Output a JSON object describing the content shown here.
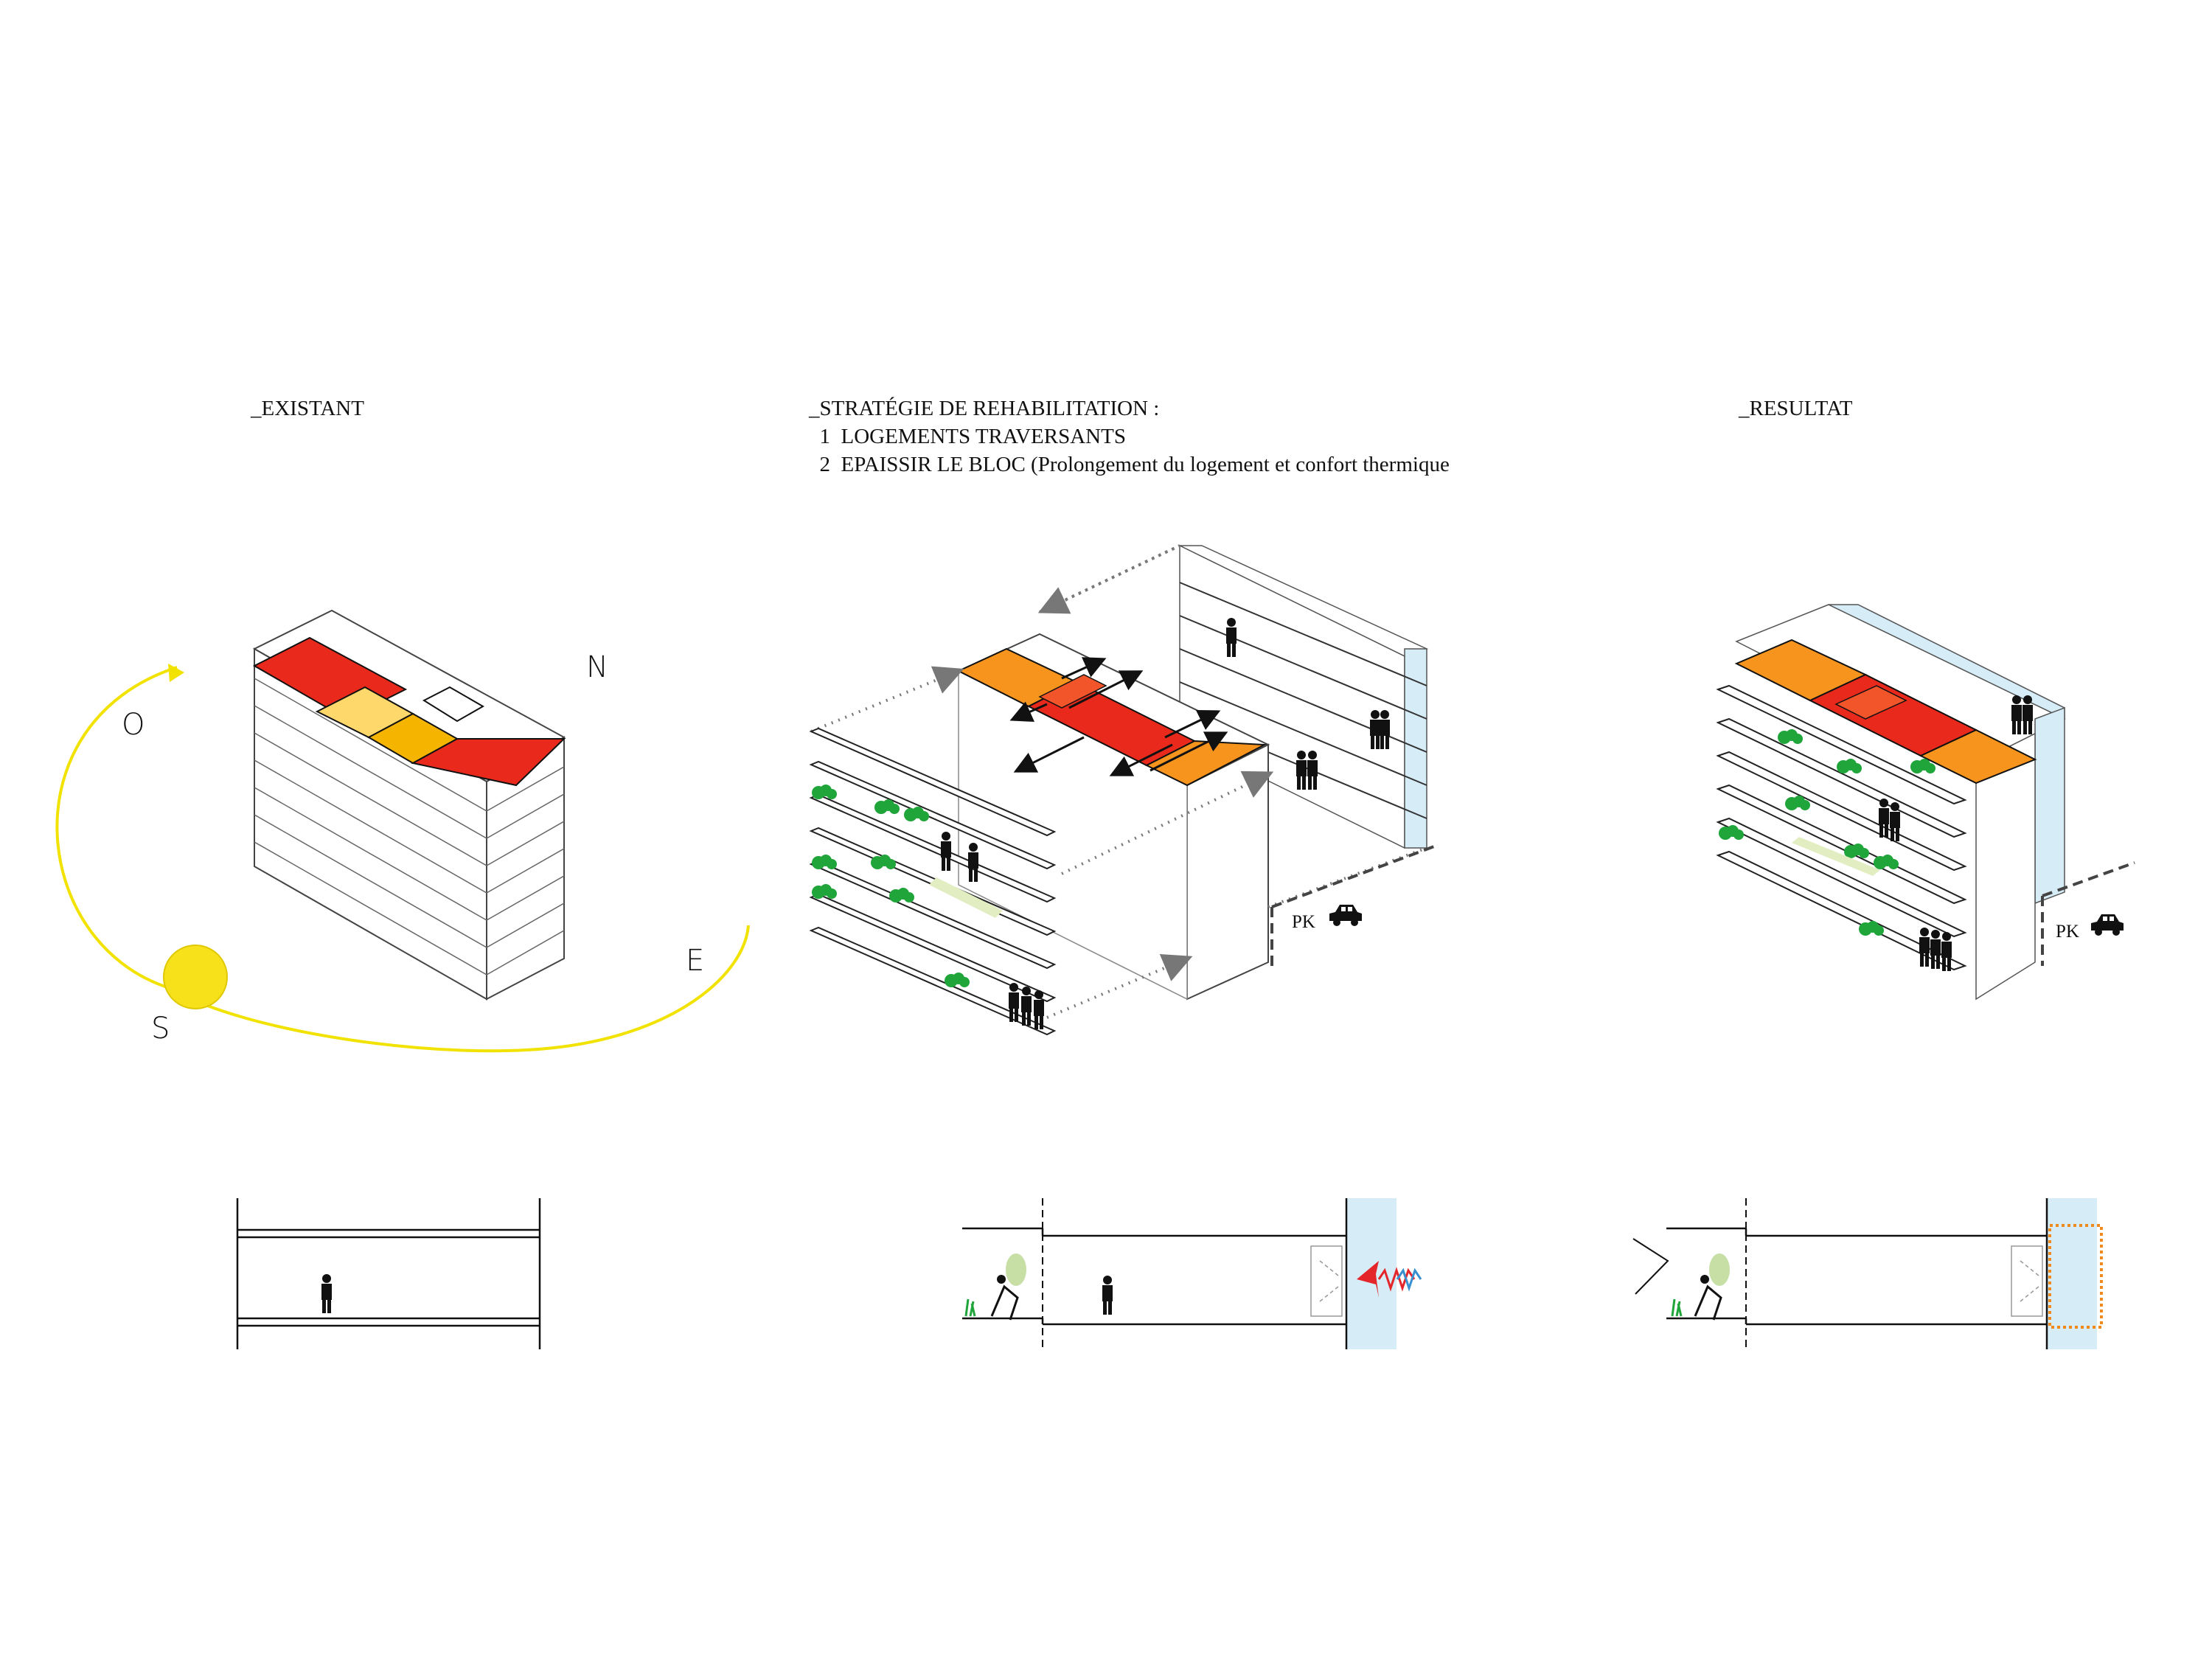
{
  "titles": {
    "existant": "_EXISTANT",
    "strategie": "_STRATÉGIE DE REHABILITATION :",
    "strategie_item1": "  1  LOGEMENTS TRAVERSANTS",
    "strategie_item2": "  2  EPAISSIR LE BLOC (Prolongement du logement et confort thermique",
    "resultat": "_RESULTAT"
  },
  "compass": {
    "north": "N",
    "west": "O",
    "east": "E",
    "south": "S"
  },
  "parking_label": "PK",
  "colors": {
    "red": "#e8291c",
    "orange_red": "#f2552a",
    "orange": "#f7941d",
    "yellow_orange": "#f5b400",
    "pale_yellow": "#ffe07a",
    "sun": "#f7e11a",
    "sun_path": "#f2e200",
    "glass": "#d6ecf7",
    "plant": "#20a53a",
    "lawn": "#e3edc2",
    "heat_red": "#e4262b",
    "heat_blue": "#3a8fd0",
    "insulation": "#f08a1c"
  },
  "icons": [
    "sun-icon",
    "car-icon",
    "person-icon",
    "tree-icon",
    "heat-wave-icon",
    "arrow-icon",
    "deckchair-person-icon"
  ]
}
